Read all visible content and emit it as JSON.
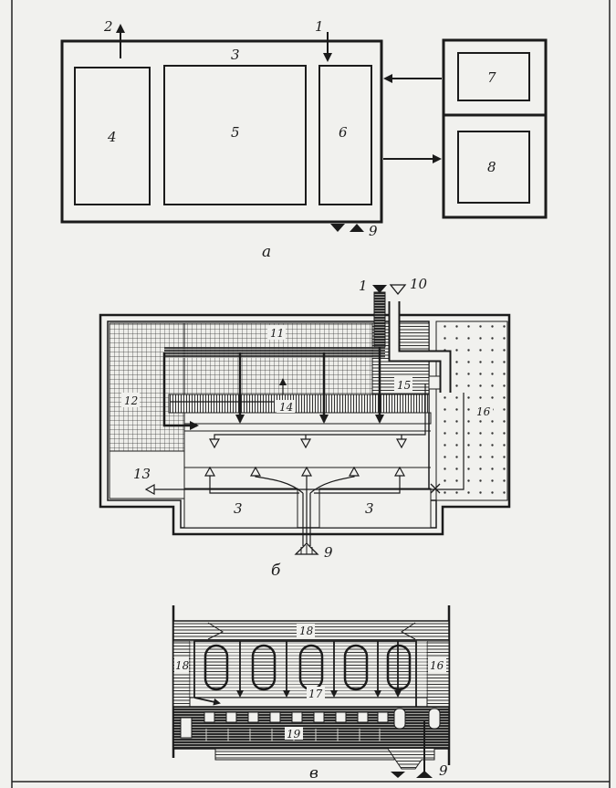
{
  "labels": {
    "n1": "1",
    "n2": "2",
    "n3": "3",
    "n4": "4",
    "n5": "5",
    "n6": "6",
    "n7": "7",
    "n8": "8",
    "n9": "9",
    "n10": "10",
    "n11": "11",
    "n12": "12",
    "n13": "13",
    "n14": "14",
    "n15": "15",
    "n16": "16",
    "n17": "17",
    "n18": "18",
    "n19": "19"
  },
  "captions": {
    "a": "а",
    "b": "б",
    "c": "в"
  }
}
